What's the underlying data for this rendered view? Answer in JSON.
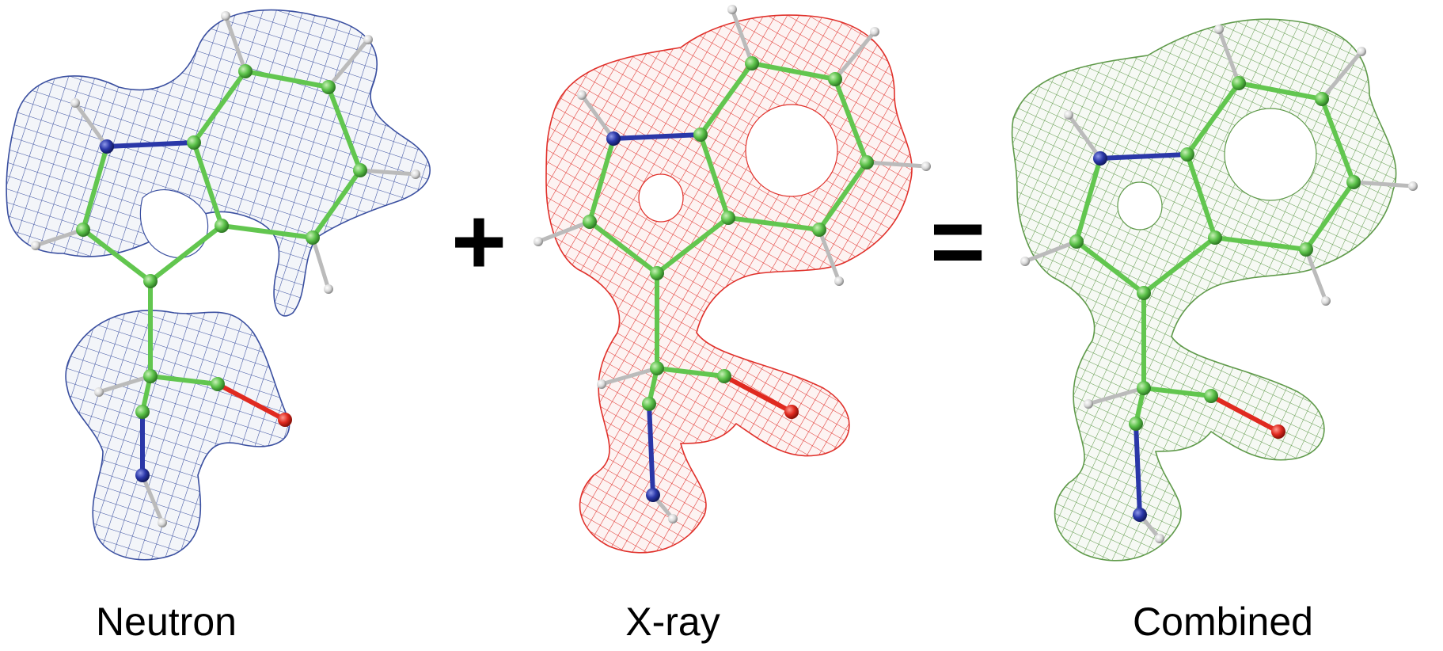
{
  "panels": [
    {
      "label": "Neutron",
      "mesh_color": "#3a4fa0",
      "mesh_fill": "#e9ecf7"
    },
    {
      "label": "X-ray",
      "mesh_color": "#e0302a",
      "mesh_fill": "#fbe9e8"
    },
    {
      "label": "Combined",
      "mesh_color": "#5f9a4a",
      "mesh_fill": "#edf5e8"
    }
  ],
  "operators": {
    "plus": "+",
    "equals": "="
  },
  "atom_colors": {
    "carbon": "#5cc24a",
    "nitrogen": "#2a37a8",
    "oxygen": "#e02a20",
    "hydrogen": "#d8d8d8",
    "bond": "#62c64f"
  }
}
